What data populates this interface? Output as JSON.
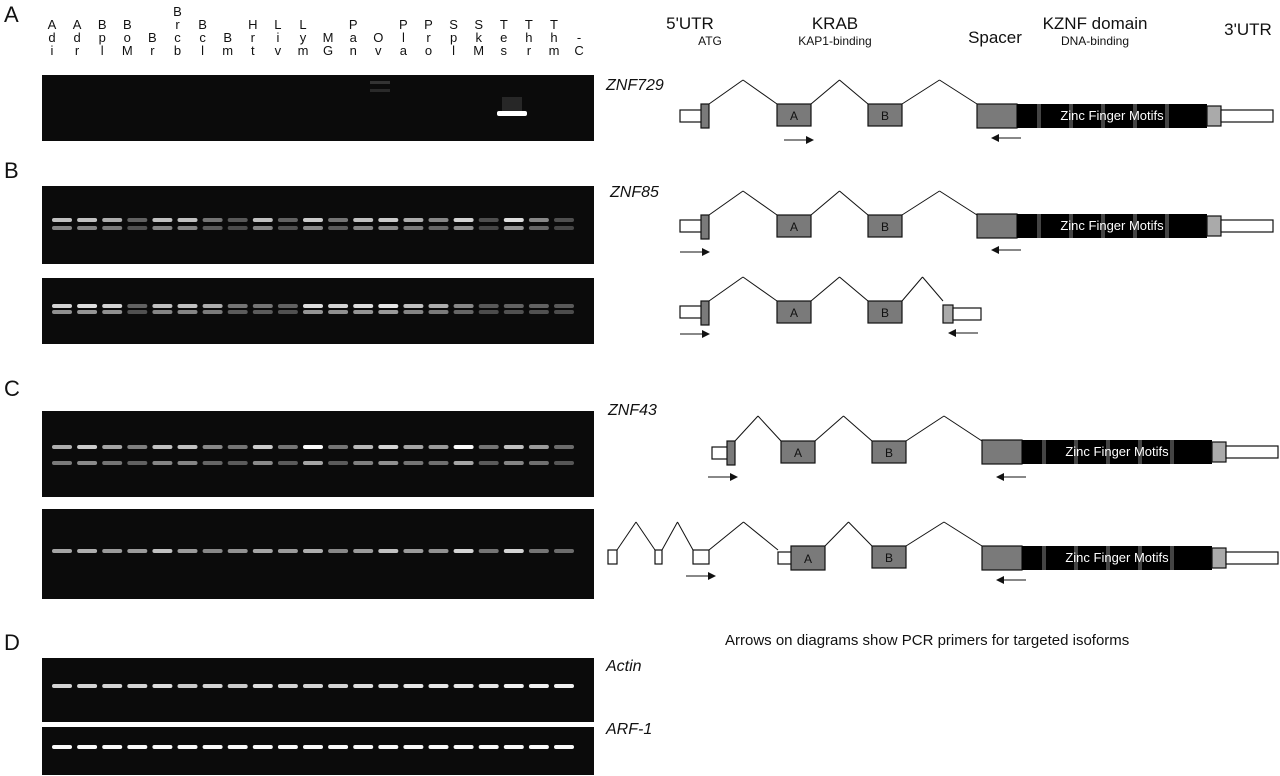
{
  "panels": {
    "A": "A",
    "B": "B",
    "C": "C",
    "D": "D"
  },
  "lanes": [
    {
      "l1": "A",
      "l2": "d",
      "l3": "i"
    },
    {
      "l1": "A",
      "l2": "d",
      "l3": "r"
    },
    {
      "l1": "B",
      "l2": "p",
      "l3": "l"
    },
    {
      "l1": "B",
      "l2": "o",
      "l3": "M"
    },
    {
      "l1": "",
      "l2": "B",
      "l3": "r"
    },
    {
      "l1": "B",
      "l2": "r",
      "l3": "c",
      "l4": "b"
    },
    {
      "l1": "B",
      "l2": "c",
      "l3": "l"
    },
    {
      "l1": "",
      "l2": "B",
      "l3": "m"
    },
    {
      "l1": "H",
      "l2": "r",
      "l3": "t"
    },
    {
      "l1": "L",
      "l2": "i",
      "l3": "v"
    },
    {
      "l1": "L",
      "l2": "y",
      "l3": "m"
    },
    {
      "l1": "",
      "l2": "M",
      "l3": "G"
    },
    {
      "l1": "P",
      "l2": "a",
      "l3": "n"
    },
    {
      "l1": "",
      "l2": "O",
      "l3": "v"
    },
    {
      "l1": "P",
      "l2": "l",
      "l3": "a"
    },
    {
      "l1": "P",
      "l2": "r",
      "l3": "o"
    },
    {
      "l1": "S",
      "l2": "p",
      "l3": "l"
    },
    {
      "l1": "S",
      "l2": "k",
      "l3": "M"
    },
    {
      "l1": "T",
      "l2": "e",
      "l3": "s"
    },
    {
      "l1": "T",
      "l2": "h",
      "l3": "r"
    },
    {
      "l1": "T",
      "l2": "h",
      "l3": "m"
    },
    {
      "l1": "",
      "l2": "-",
      "l3": "C"
    }
  ],
  "genes": {
    "znf729": "ZNF729",
    "znf85": "ZNF85",
    "znf43": "ZNF43",
    "actin": "Actin",
    "arf1": "ARF-1"
  },
  "header": {
    "utr5": "5'UTR",
    "atg": "ATG",
    "krab": "KRAB",
    "kap1": "KAP1-binding",
    "spacer": "Spacer",
    "kznf": "KZNF domain",
    "dna": "DNA-binding",
    "utr3": "3'UTR"
  },
  "diagram": {
    "zinc_finger": "Zinc Finger Motifs",
    "exon_a": "A",
    "exon_b": "B"
  },
  "note": "Arrows on diagrams show PCR primers for targeted isoforms",
  "colors": {
    "gel": "#0b0b0b",
    "exon": "#7a7a7a",
    "zf_block": "#000000",
    "utr": "#ffffff"
  }
}
